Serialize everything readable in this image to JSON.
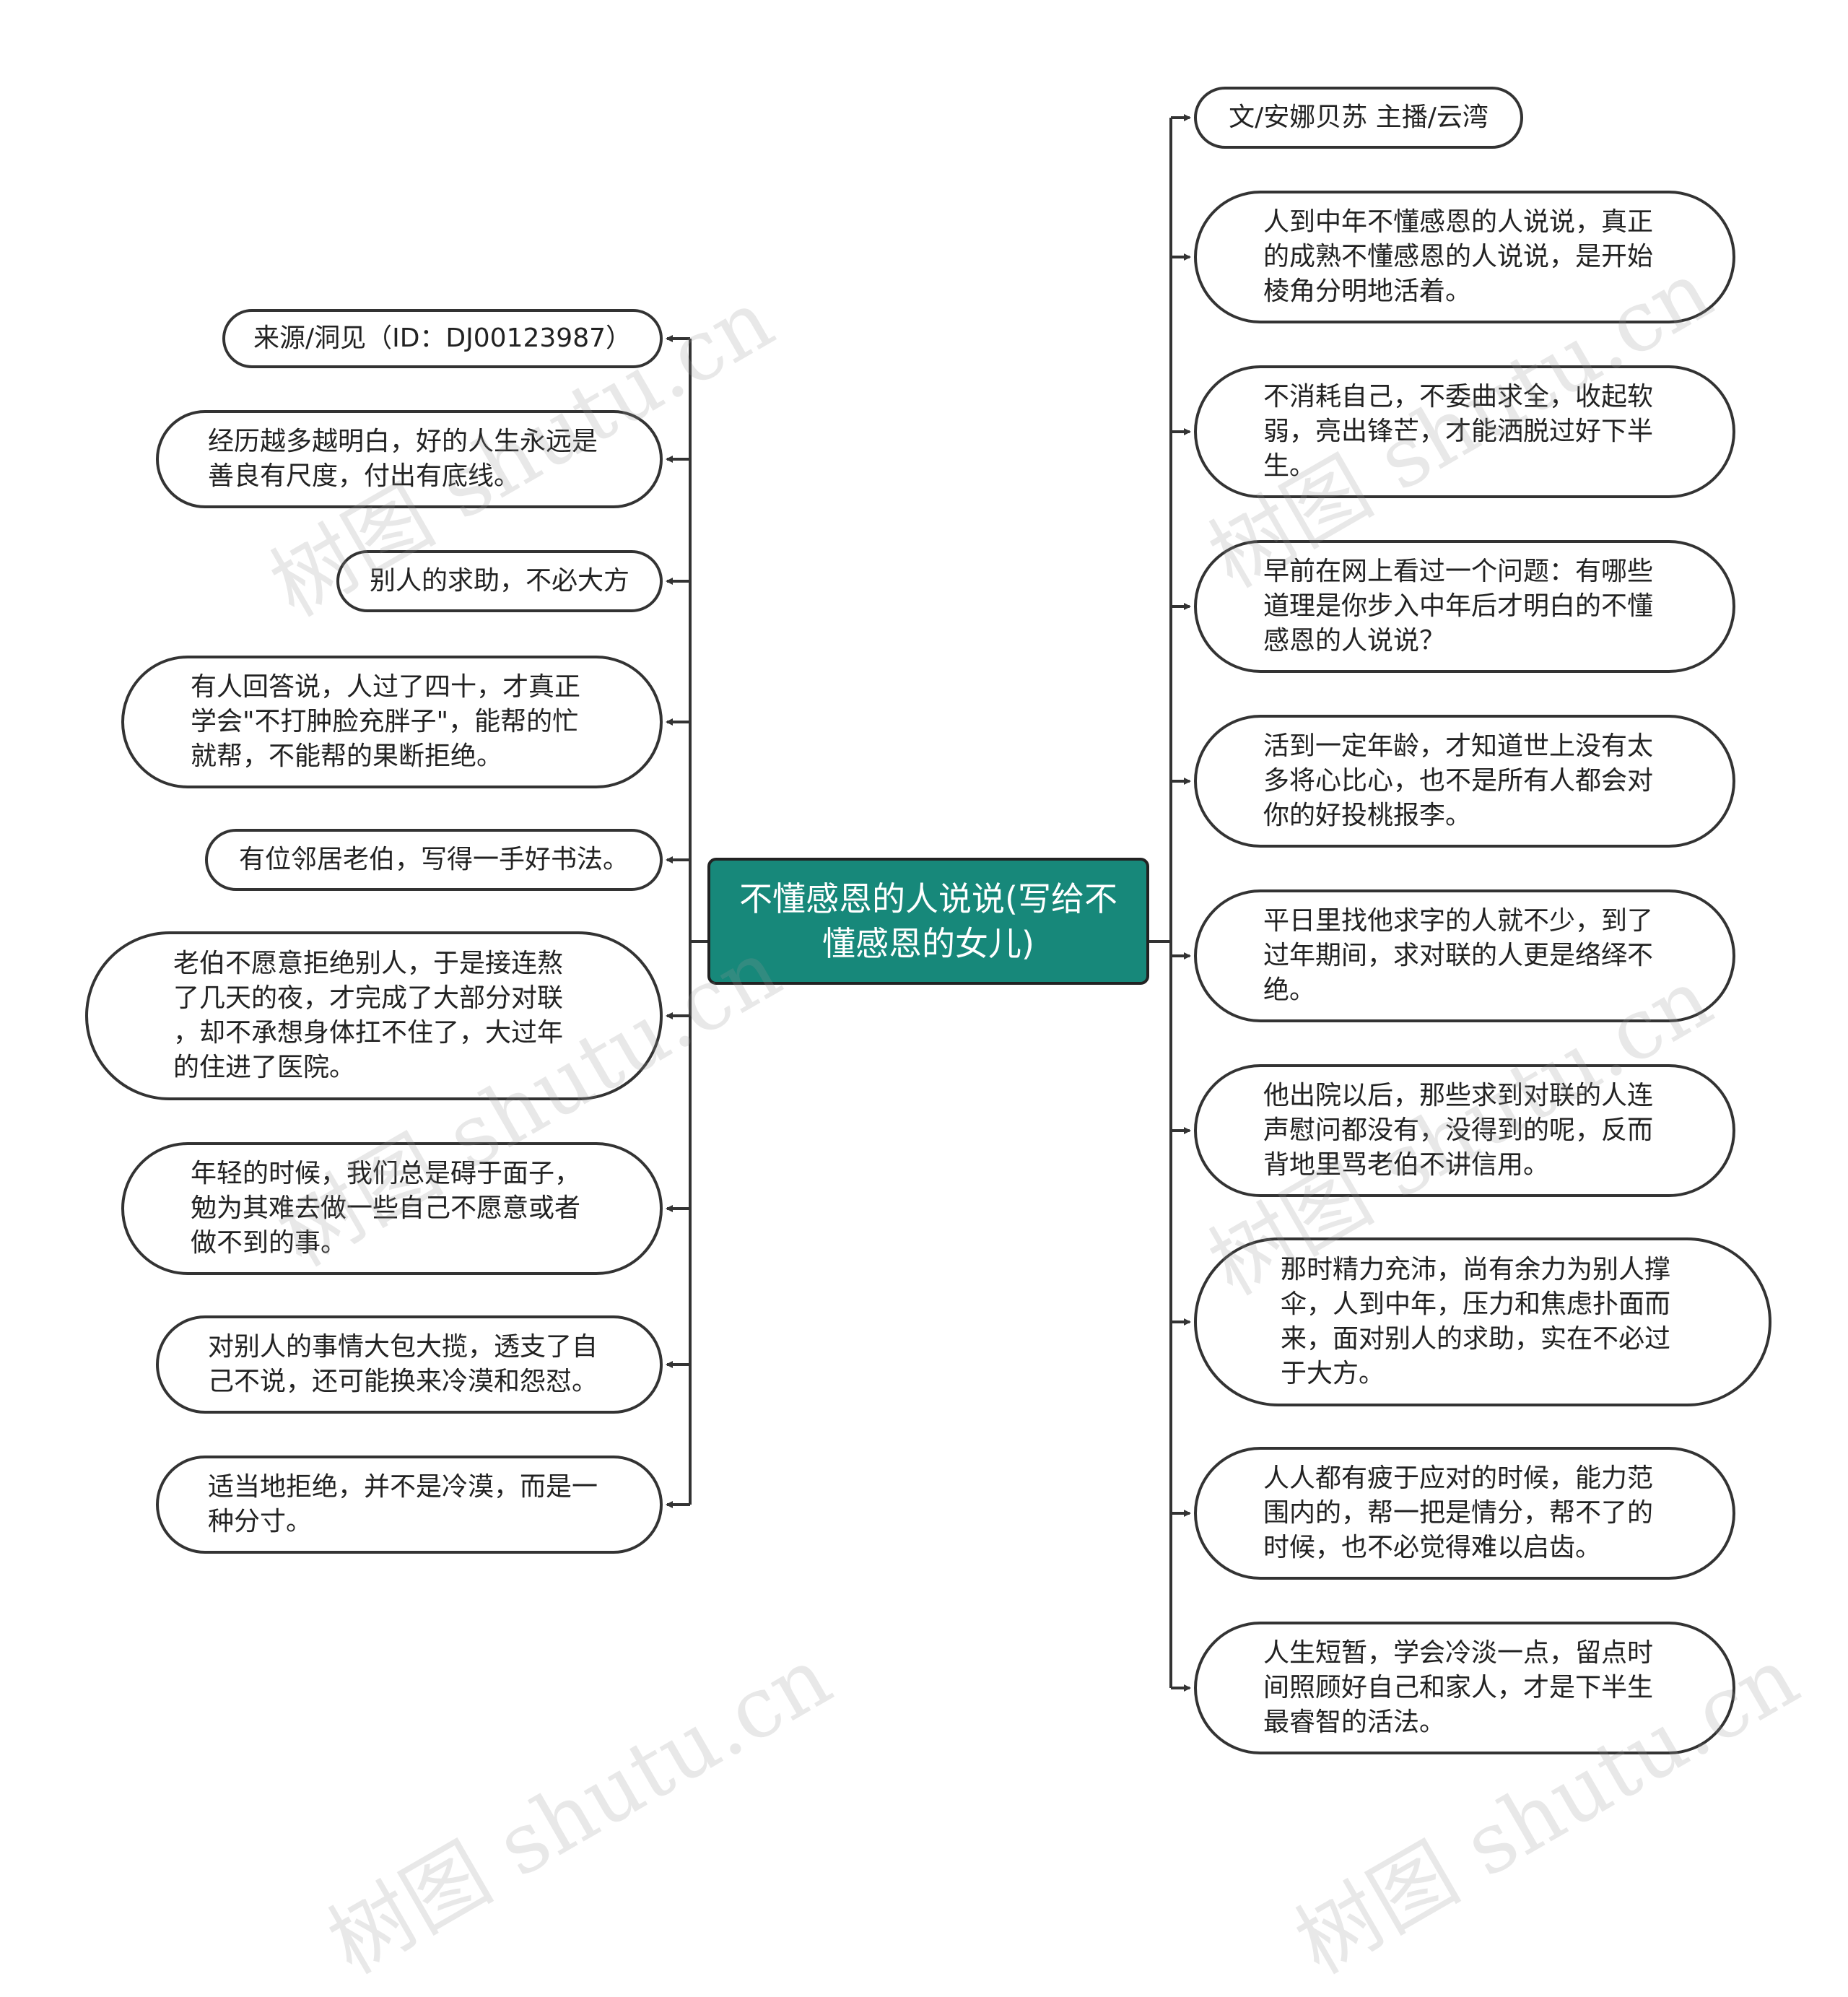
{
  "root": {
    "label": "不懂感恩的人说说(写给不\n懂感恩的女儿)"
  },
  "left_branches": [
    {
      "text": "来源/洞见（ID：DJ00123987）"
    },
    {
      "text": "经历越多越明白，好的人生永远是\n善良有尺度，付出有底线。"
    },
    {
      "text": "别人的求助，不必大方"
    },
    {
      "text": "有人回答说，人过了四十，才真正\n学会\"不打肿脸充胖子\"，能帮的忙\n就帮，不能帮的果断拒绝。"
    },
    {
      "text": "有位邻居老伯，写得一手好书法。"
    },
    {
      "text": "老伯不愿意拒绝别人，于是接连熬\n了几天的夜，才完成了大部分对联\n，却不承想身体扛不住了，大过年\n的住进了医院。"
    },
    {
      "text": "年轻的时候，我们总是碍于面子，\n勉为其难去做一些自己不愿意或者\n做不到的事。"
    },
    {
      "text": "对别人的事情大包大揽，透支了自\n己不说，还可能换来冷漠和怨怼。"
    },
    {
      "text": "适当地拒绝，并不是冷漠，而是一\n种分寸。"
    }
  ],
  "right_branches": [
    {
      "text": "文/安娜贝苏 主播/云湾"
    },
    {
      "text": "人到中年不懂感恩的人说说，真正\n的成熟不懂感恩的人说说，是开始\n棱角分明地活着。"
    },
    {
      "text": "不消耗自己，不委曲求全，收起软\n弱，亮出锋芒，才能洒脱过好下半\n生。"
    },
    {
      "text": "早前在网上看过一个问题：有哪些\n道理是你步入中年后才明白的不懂\n感恩的人说说？"
    },
    {
      "text": "活到一定年龄，才知道世上没有太\n多将心比心，也不是所有人都会对\n你的好投桃报李。"
    },
    {
      "text": "平日里找他求字的人就不少，到了\n过年期间，求对联的人更是络绎不\n绝。"
    },
    {
      "text": "他出院以后，那些求到对联的人连\n声慰问都没有，没得到的呢，反而\n背地里骂老伯不讲信用。"
    },
    {
      "text": "那时精力充沛，尚有余力为别人撑\n伞，人到中年，压力和焦虑扑面而\n来，面对别人的求助，实在不必过\n于大方。"
    },
    {
      "text": "人人都有疲于应对的时候，能力范\n围内的，帮一把是情分，帮不了的\n时候，也不必觉得难以启齿。"
    },
    {
      "text": "人生短暂，学会冷淡一点，留点时\n间照顾好自己和家人，才是下半生\n最睿智的活法。"
    }
  ],
  "watermark": {
    "text": "树图 shutu.cn"
  },
  "colors": {
    "root_fill": "#17887a",
    "line": "#333333",
    "node_border": "#333333"
  }
}
